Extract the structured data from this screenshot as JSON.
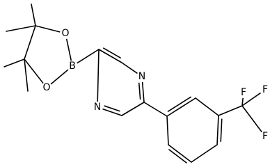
{
  "molecule": {
    "atoms": [
      {
        "id": "O1",
        "label": "O"
      },
      {
        "id": "O2",
        "label": "O"
      },
      {
        "id": "B",
        "label": "B"
      },
      {
        "id": "N1",
        "label": "N"
      },
      {
        "id": "N2",
        "label": "N"
      },
      {
        "id": "F1",
        "label": "F"
      },
      {
        "id": "F2",
        "label": "F"
      },
      {
        "id": "F3",
        "label": "F"
      }
    ]
  },
  "colors": {
    "bond": "#000000",
    "text": "#000000",
    "background": "#ffffff"
  }
}
